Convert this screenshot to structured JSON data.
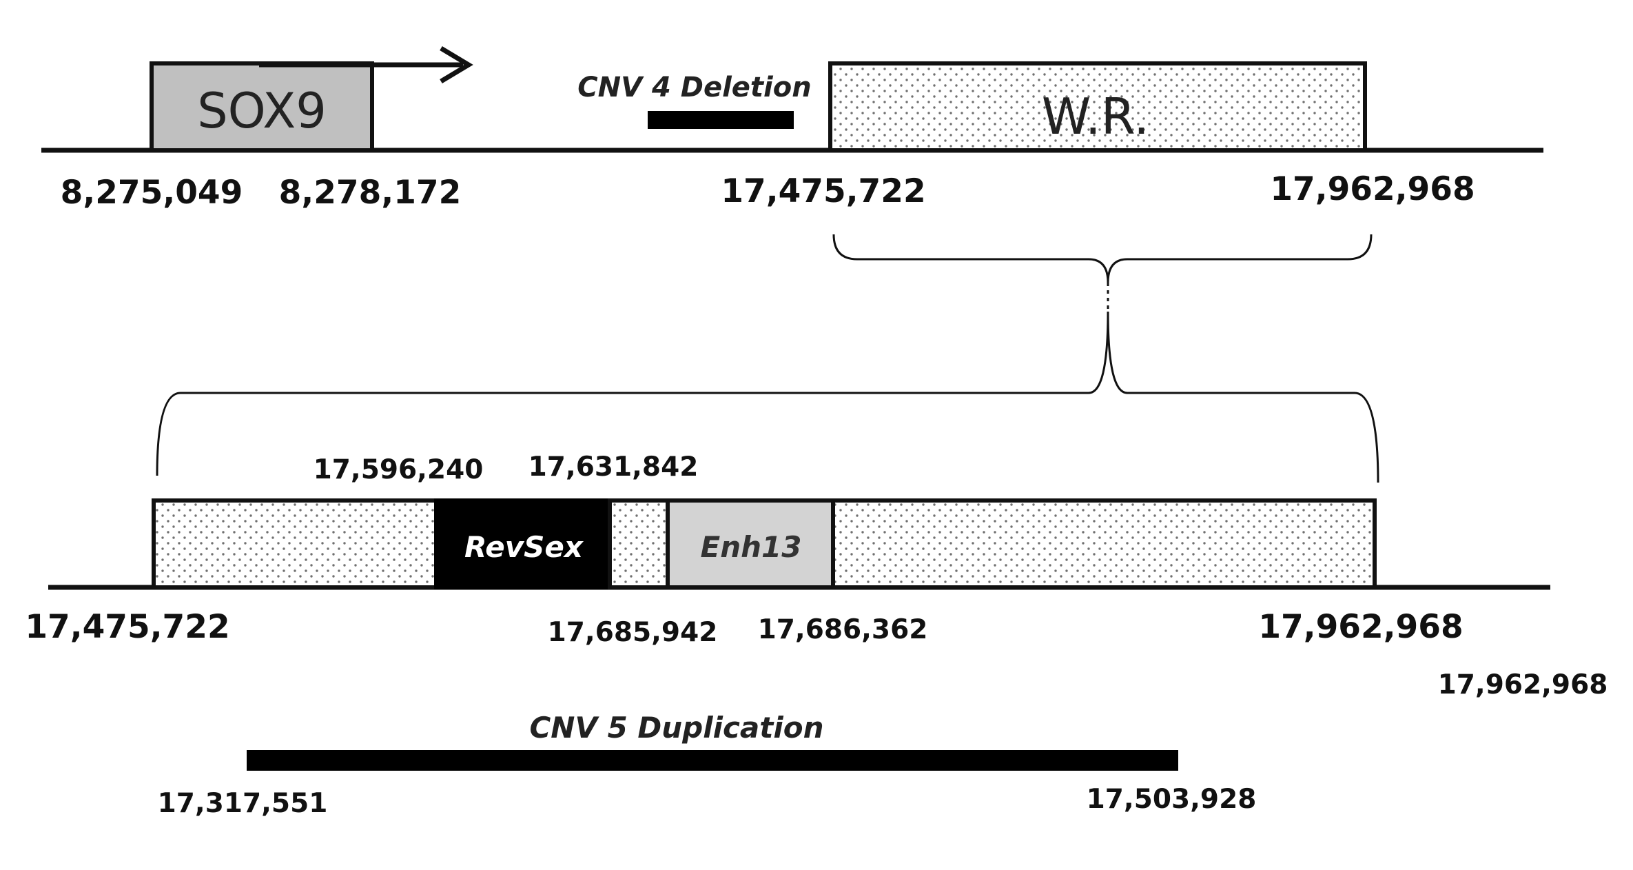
{
  "colors": {
    "line": "#111111",
    "gene_fill": "#c0c0c0",
    "region_fill": "#ffffff",
    "dots": "#707070",
    "revsex_fill": "#000000",
    "enh13_fill": "#d3d3d3",
    "bar": "#000000"
  },
  "top": {
    "gene": {
      "label": "SOX9",
      "start": "8,275,049",
      "end": "8,278,172"
    },
    "deletion": {
      "label": "CNV 4 Deletion"
    },
    "region": {
      "label": "W.R.",
      "start": "17,475,722",
      "end": "17,962,968"
    }
  },
  "bottom": {
    "region_start": "17,475,722",
    "region_end": "17,962,968",
    "region_end_extra": "17,962,968",
    "revsex": {
      "label": "RevSex",
      "start": "17,596,240",
      "end": "17,631,842"
    },
    "enh13": {
      "label": "Enh13",
      "start": "17,685,942",
      "end": "17,686,362"
    },
    "duplication": {
      "label": "CNV 5 Duplication",
      "start": "17,317,551",
      "end": "17,503,928"
    }
  }
}
